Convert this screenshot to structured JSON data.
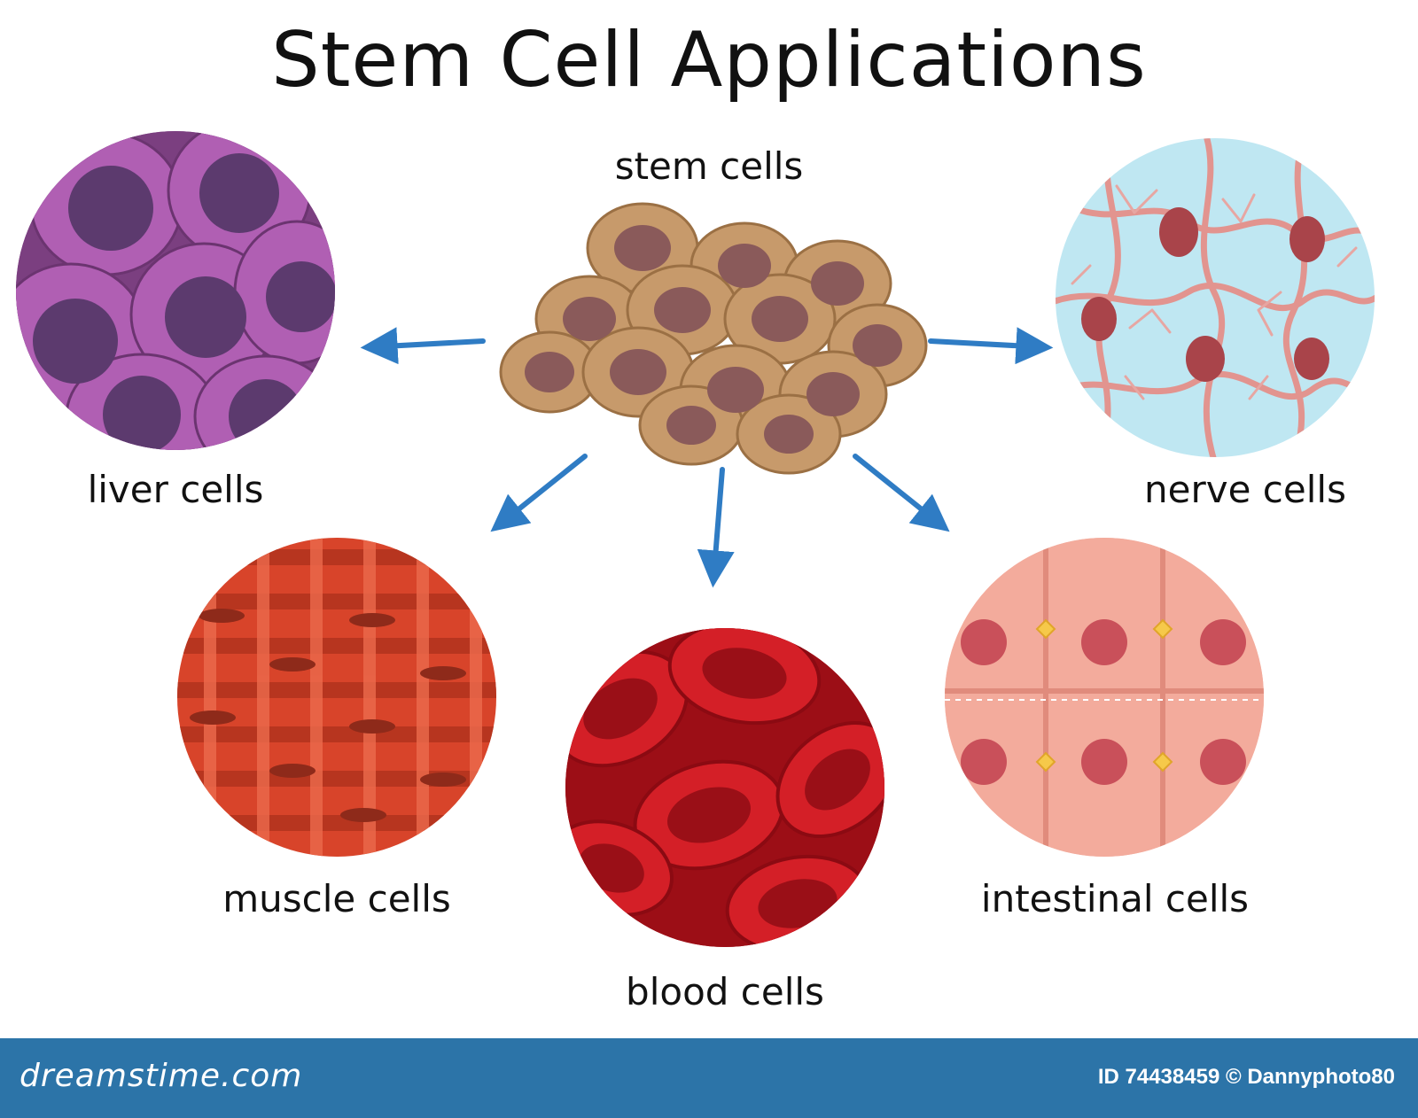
{
  "title": "Stem Cell Applications",
  "nodes": {
    "stem": {
      "label": "stem cells"
    },
    "liver": {
      "label": "liver cells"
    },
    "nerve": {
      "label": "nerve cells"
    },
    "muscle": {
      "label": "muscle cells"
    },
    "blood": {
      "label": "blood cells"
    },
    "intestinal": {
      "label": "intestinal cells"
    }
  },
  "colors": {
    "arrow": "#2f7cc4",
    "liver": "#a15aa6",
    "nerve": "#bfe7f2",
    "muscle": "#d8442a",
    "blood": "#b5121b",
    "intestinal": "#f6b7a8",
    "stem": "#c79a6b",
    "footer": "#2c74a8"
  },
  "footer": {
    "left": "dreamstime.com",
    "right": "ID 74438459 © Dannyphoto80"
  }
}
